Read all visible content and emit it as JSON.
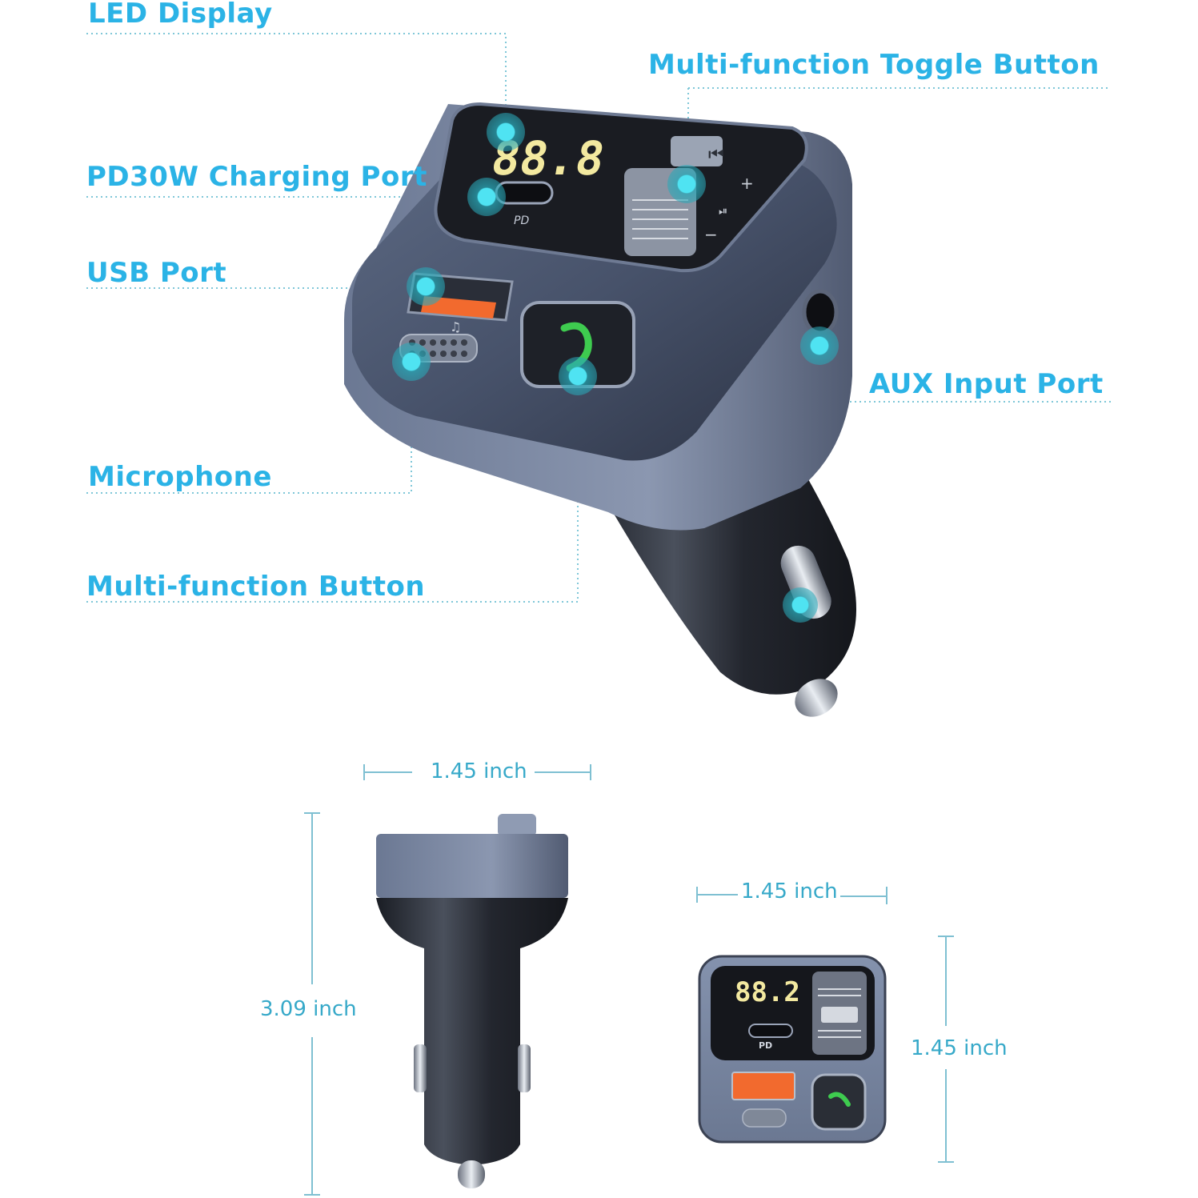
{
  "callouts": {
    "led_display": "LED Display",
    "toggle_button": "Multi-function Toggle Button",
    "pd_port": "PD30W Charging Port",
    "usb_port": "USB Port",
    "aux_port": "AUX Input Port",
    "microphone": "Microphone",
    "multi_button": "Multi-function Button"
  },
  "device": {
    "display_main": "88.8",
    "display_front": "88.2",
    "pd_label": "PD",
    "plus": "+",
    "minus": "−"
  },
  "dimensions": {
    "side_width": "1.45 inch",
    "side_height": "3.09 inch",
    "front_width": "1.45 inch",
    "front_height": "1.45 inch"
  },
  "colors": {
    "callout_text": "#2bb3e6",
    "dimension_text": "#37a9c9",
    "hotspot": "#3fd6e8",
    "led": "#f3e9a0",
    "usb_orange": "#f26a2e",
    "call_green": "#3ecb4f"
  }
}
